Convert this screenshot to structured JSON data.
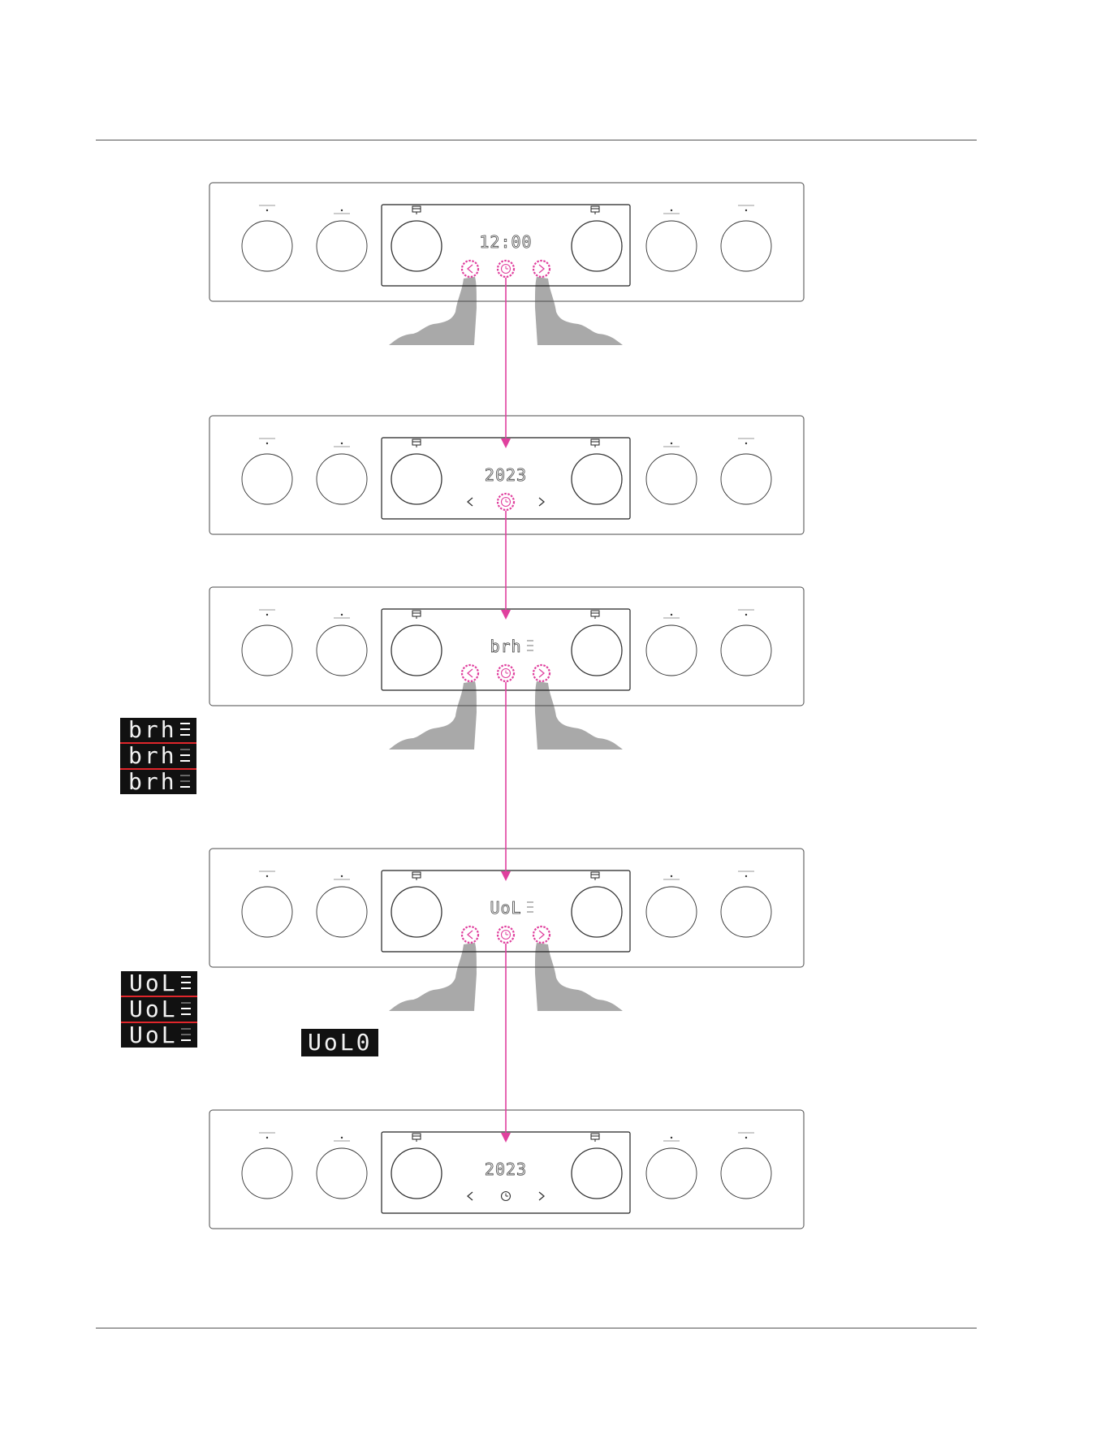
{
  "colors": {
    "accent": "#e0409e",
    "outline": "#4a4a4a",
    "finger": "#a9a9a9",
    "inset_bg": "#111111",
    "inset_sep": "#e0262b"
  },
  "panels": [
    {
      "display": "12:00",
      "highlight_left": true,
      "highlight_center": true,
      "highlight_right": true,
      "hands": true,
      "show_arrows": false
    },
    {
      "display": "2023",
      "highlight_left": false,
      "highlight_center": true,
      "highlight_right": false,
      "hands": false,
      "show_arrows": true
    },
    {
      "display": "brh",
      "highlight_left": true,
      "highlight_center": true,
      "highlight_right": true,
      "hands": true,
      "show_arrows": false
    },
    {
      "display": "UoL",
      "highlight_left": true,
      "highlight_center": true,
      "highlight_right": true,
      "hands": true,
      "show_arrows": false
    },
    {
      "display": "2023",
      "highlight_left": false,
      "highlight_center": false,
      "highlight_right": false,
      "hands": false,
      "show_arrows": true
    }
  ],
  "insets": {
    "brightness": {
      "label": "brh",
      "levels": [
        3,
        2,
        1
      ]
    },
    "volume": {
      "label": "UoL",
      "levels": [
        3,
        2,
        1
      ]
    },
    "volume_off": "UoL0"
  },
  "icons": [
    "oven-top-icon",
    "oven-bottom-icon",
    "arrow-left-icon",
    "timer-icon",
    "arrow-right-icon",
    "hand-icon"
  ]
}
